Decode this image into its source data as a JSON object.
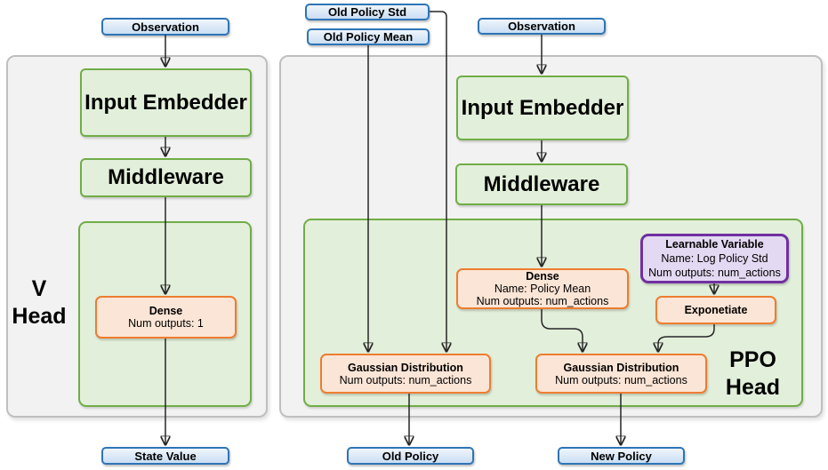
{
  "colors": {
    "blue_border": "#2E75B6",
    "blue_fill": "#CADEF3",
    "green_border": "#70AD47",
    "green_fill": "#E2EFDA",
    "orange_border": "#ED7D31",
    "orange_fill": "#FBE5D6",
    "purple_border": "#7030A0",
    "purple_fill": "#E4D9F2",
    "panel_fill": "#F2F2F2",
    "panel_border": "#BFBFBF",
    "connector": "#262626"
  },
  "io": {
    "observation_left": "Observation",
    "observation_right": "Observation",
    "old_policy_std": "Old Policy Std",
    "old_policy_mean": "Old Policy Mean",
    "state_value": "State Value",
    "old_policy": "Old Policy",
    "new_policy": "New Policy"
  },
  "v_head": {
    "title_line1": "V",
    "title_line2": "Head",
    "input_embedder": "Input Embedder",
    "middleware": "Middleware",
    "dense": {
      "title": "Dense",
      "outputs": "Num outputs: 1"
    }
  },
  "ppo_head": {
    "title_line1": "PPO",
    "title_line2": "Head",
    "input_embedder": "Input Embedder",
    "middleware": "Middleware",
    "dense": {
      "title": "Dense",
      "name": "Name: Policy Mean",
      "outputs": "Num outputs: num_actions"
    },
    "learnable_variable": {
      "title": "Learnable Variable",
      "name": "Name: Log Policy Std",
      "outputs": "Num outputs: num_actions"
    },
    "exponetiate": {
      "title": "Exponetiate"
    },
    "gaussian_old": {
      "title": "Gaussian Distribution",
      "outputs": "Num outputs: num_actions"
    },
    "gaussian_new": {
      "title": "Gaussian Distribution",
      "outputs": "Num outputs: num_actions"
    }
  }
}
